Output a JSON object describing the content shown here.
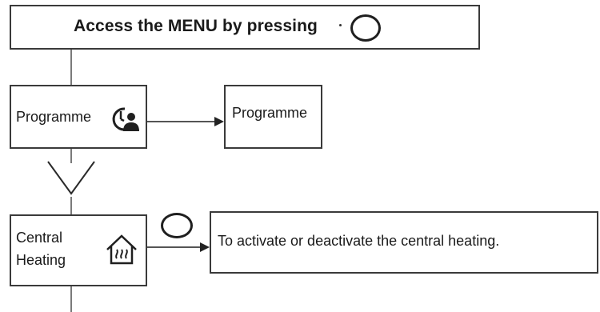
{
  "header": {
    "title": "Access the MENU by pressing"
  },
  "programme": {
    "label": "Programme",
    "target_label": "Programme"
  },
  "heating": {
    "label_line1": "Central",
    "label_line2": "Heating",
    "target_label": "To activate or deactivate the central heating."
  },
  "icons": {
    "menu_button": "oval-button-icon",
    "programme": "clock-person-icon",
    "heating": "house-heating-icon",
    "chevron": "chevron-down-icon",
    "press_button": "oval-button-icon"
  },
  "colors": {
    "border": "#3a3a3a",
    "connector": "#7a7a7a",
    "arrow": "#222222"
  }
}
